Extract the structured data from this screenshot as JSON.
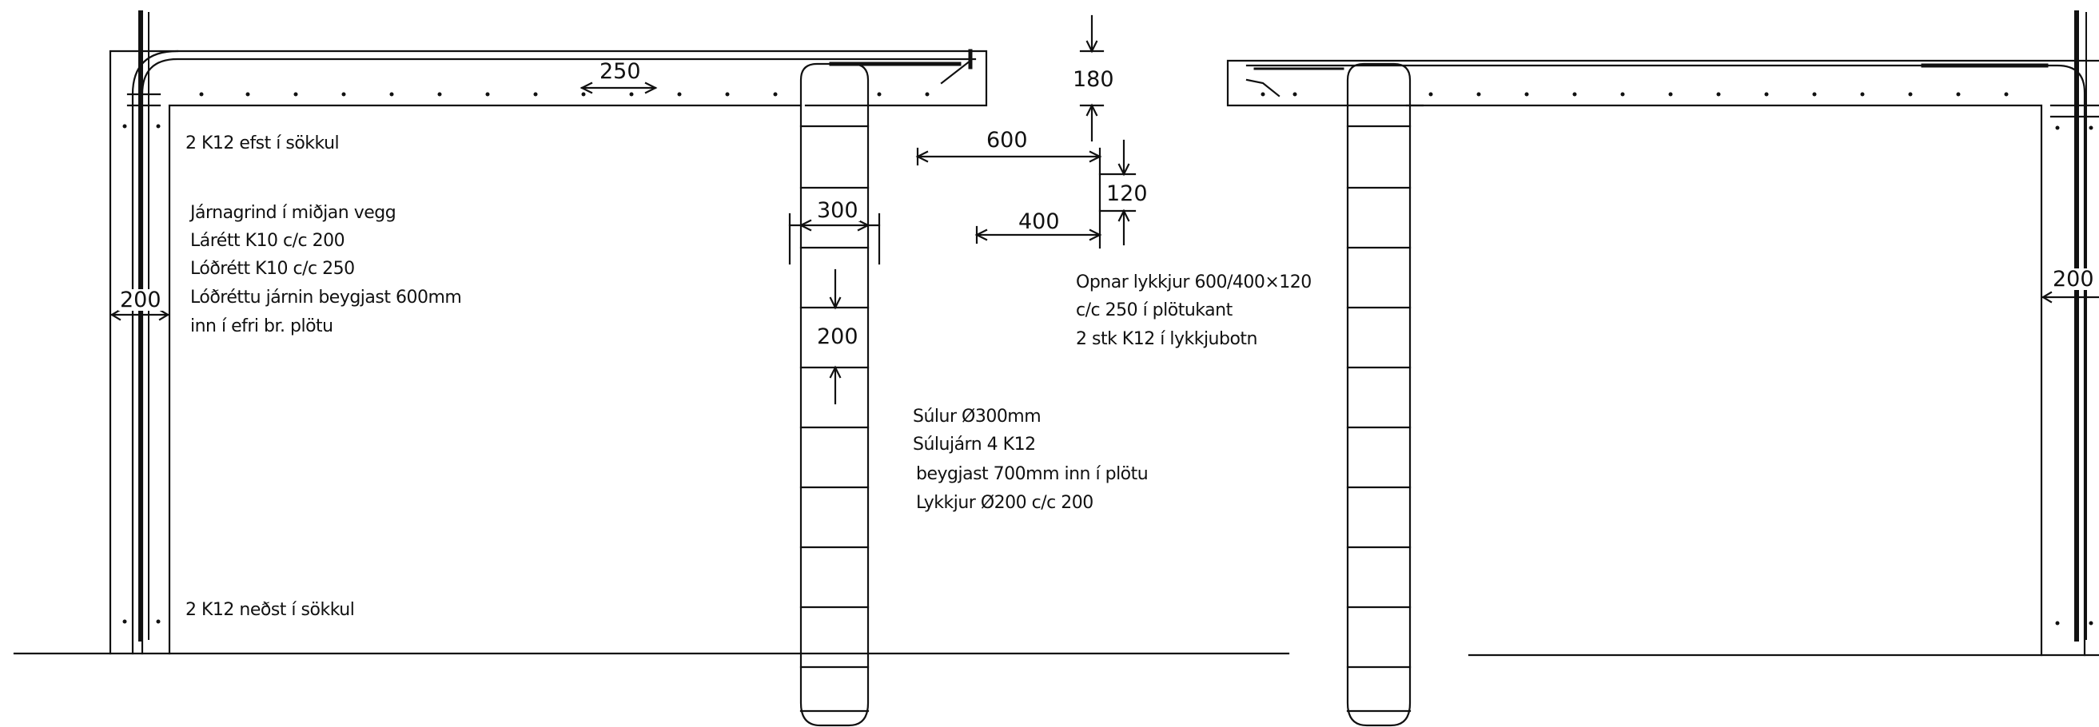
{
  "colors": {
    "ink": "#111111",
    "paper": "#ffffff"
  },
  "left_wall": {
    "top_bars_note": "2 K12 efst í sökkul",
    "mesh_notes": [
      "Járnagrind  í miðjan vegg",
      "Lárétt  K10 c/c 200",
      "Lóðrétt K10 c/c 250",
      "Lóðréttu járnin beygjast 600mm",
      "inn í efri br. plötu"
    ],
    "bottom_bars_note": "2 K12 neðst í sökkul",
    "wall_thickness_dim": "200"
  },
  "slab": {
    "spacing_dim": "250"
  },
  "column": {
    "width_dim": "300",
    "tie_spacing_dim": "200",
    "notes": [
      "Súlur Ø300mm",
      " Súlujárn 4 K12",
      "beygjast 700mm inn í plötu",
      "Lykkjur Ø200 c/c 200"
    ]
  },
  "loop_detail": {
    "top_dim": "180",
    "length_dim": "600",
    "short_dim": "400",
    "height_dim": "120",
    "notes": [
      "Opnar lykkjur 600/400×120",
      "c/c 250 í plötukant",
      "2 stk K12 í lykkjubotn"
    ]
  },
  "right_wall": {
    "wall_thickness_dim": "200"
  }
}
